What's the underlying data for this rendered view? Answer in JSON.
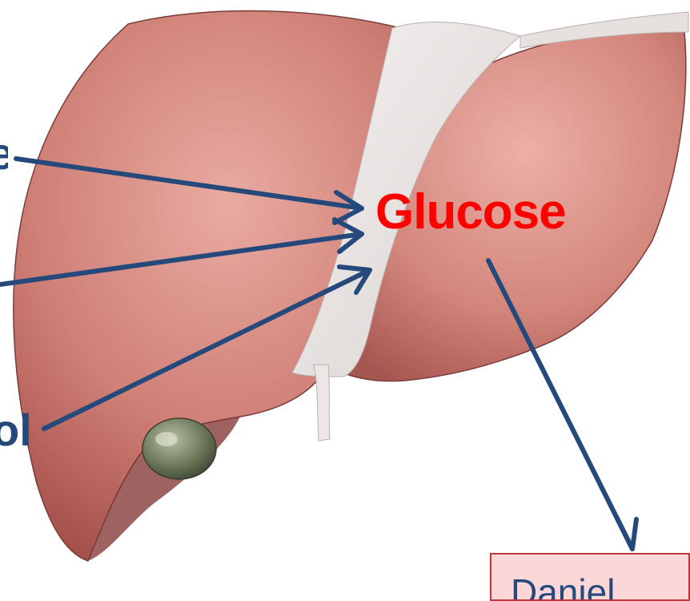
{
  "center_label": "Glucose",
  "left_labels": [
    "e",
    "",
    "ol"
  ],
  "output_label": "Daniel",
  "colors": {
    "arrow": "#24497a",
    "center_text": "#ff0000",
    "label_text": "#24497a",
    "liver": "#c26a63",
    "ligament": "#ece7e6",
    "gallbladder": "#6f7b5c",
    "box_fill": "#fbd7d7",
    "box_border": "#c0363a"
  },
  "icons": [
    "liver-illustration",
    "gallbladder-icon"
  ]
}
